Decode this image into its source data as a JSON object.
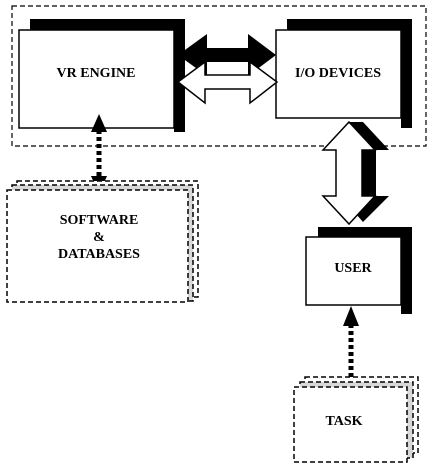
{
  "diagram": {
    "nodes": {
      "vr_engine": {
        "label": "VR ENGINE"
      },
      "io_devices": {
        "label": "I/O DEVICES"
      },
      "software": {
        "label_line1": "SOFTWARE",
        "label_line2": "&",
        "label_line3": "DATABASES"
      },
      "user": {
        "label": "USER"
      },
      "task": {
        "label": "TASK"
      }
    },
    "edges": [
      {
        "from": "vr_engine",
        "to": "io_devices",
        "style": "double-hollow-arrow",
        "direction": "both"
      },
      {
        "from": "io_devices",
        "to": "user",
        "style": "double-hollow-arrow",
        "direction": "both"
      },
      {
        "from": "vr_engine",
        "to": "software",
        "style": "dotted-arrow",
        "direction": "both"
      },
      {
        "from": "task",
        "to": "user",
        "style": "dotted-arrow",
        "direction": "forward"
      }
    ],
    "groups": [
      {
        "members": [
          "vr_engine",
          "io_devices"
        ],
        "style": "dashed-boundary"
      }
    ]
  }
}
